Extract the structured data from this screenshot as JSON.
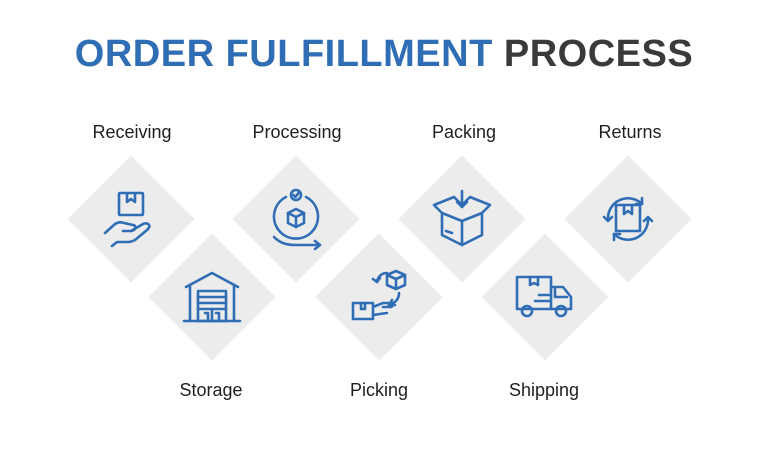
{
  "title": {
    "part1": "ORDER FULFILLMENT",
    "part2": "PROCESS"
  },
  "colors": {
    "accent": "#2f6db5",
    "dark": "#3a3a3a",
    "diamond": "#ececec"
  },
  "steps": [
    {
      "label": "Receiving",
      "icon": "hand-holding-box-icon"
    },
    {
      "label": "Storage",
      "icon": "warehouse-icon"
    },
    {
      "label": "Processing",
      "icon": "box-cycle-icon"
    },
    {
      "label": "Picking",
      "icon": "box-transfer-icon"
    },
    {
      "label": "Packing",
      "icon": "open-box-icon"
    },
    {
      "label": "Shipping",
      "icon": "delivery-truck-icon"
    },
    {
      "label": "Returns",
      "icon": "box-return-icon"
    }
  ]
}
